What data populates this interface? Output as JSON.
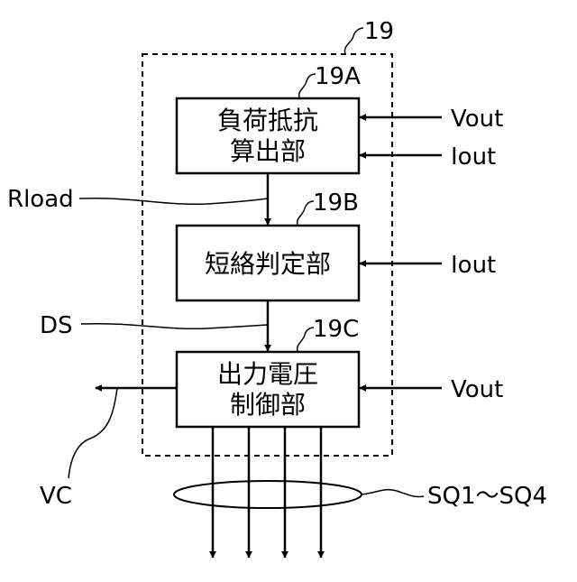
{
  "outer_block": {
    "ref": "19"
  },
  "blocks": [
    {
      "ref": "19A",
      "line1": "負荷抵抗",
      "line2": "算出部"
    },
    {
      "ref": "19B",
      "line1": "短絡判定部"
    },
    {
      "ref": "19C",
      "line1": "出力電圧",
      "line2": "制御部"
    }
  ],
  "inputs": {
    "vout_a": "Vout",
    "iout_a": "Iout",
    "iout_b": "Iout",
    "vout_c": "Vout"
  },
  "signals": {
    "rload": "Rload",
    "ds": "DS",
    "vc": "VC",
    "sq": "SQ1～SQ4"
  }
}
